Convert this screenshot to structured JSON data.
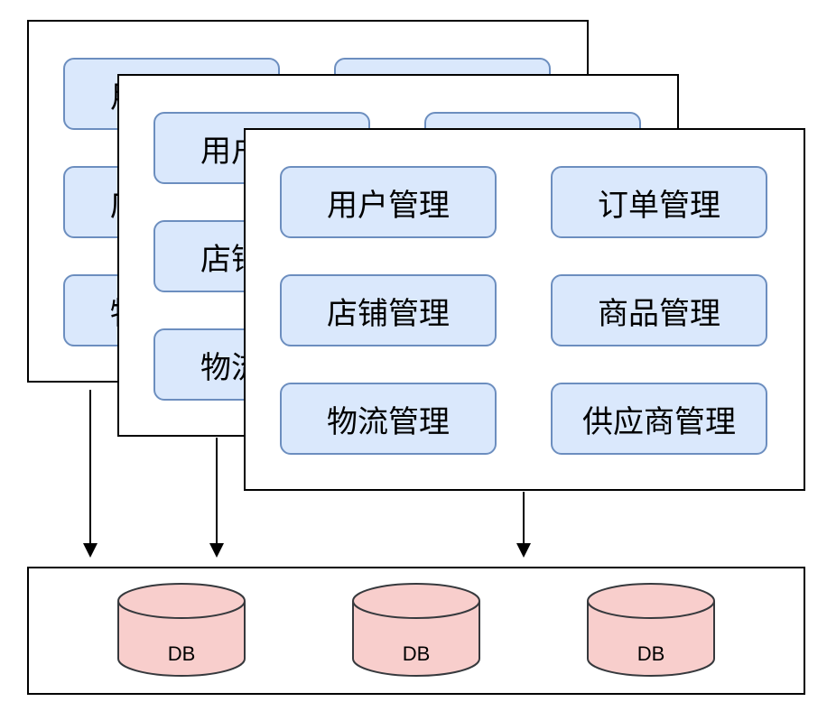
{
  "colors": {
    "module_fill": "#dae8fc",
    "module_border": "#6c8ebf",
    "db_fill": "#f8cecc",
    "db_border": "#36393d",
    "frame_border": "#000000"
  },
  "modules": {
    "user": "用户管理",
    "order": "订单管理",
    "store": "店铺管理",
    "product": "商品管理",
    "logistics": "物流管理",
    "supplier": "供应商管理"
  },
  "databases": [
    "DB",
    "DB",
    "DB"
  ]
}
